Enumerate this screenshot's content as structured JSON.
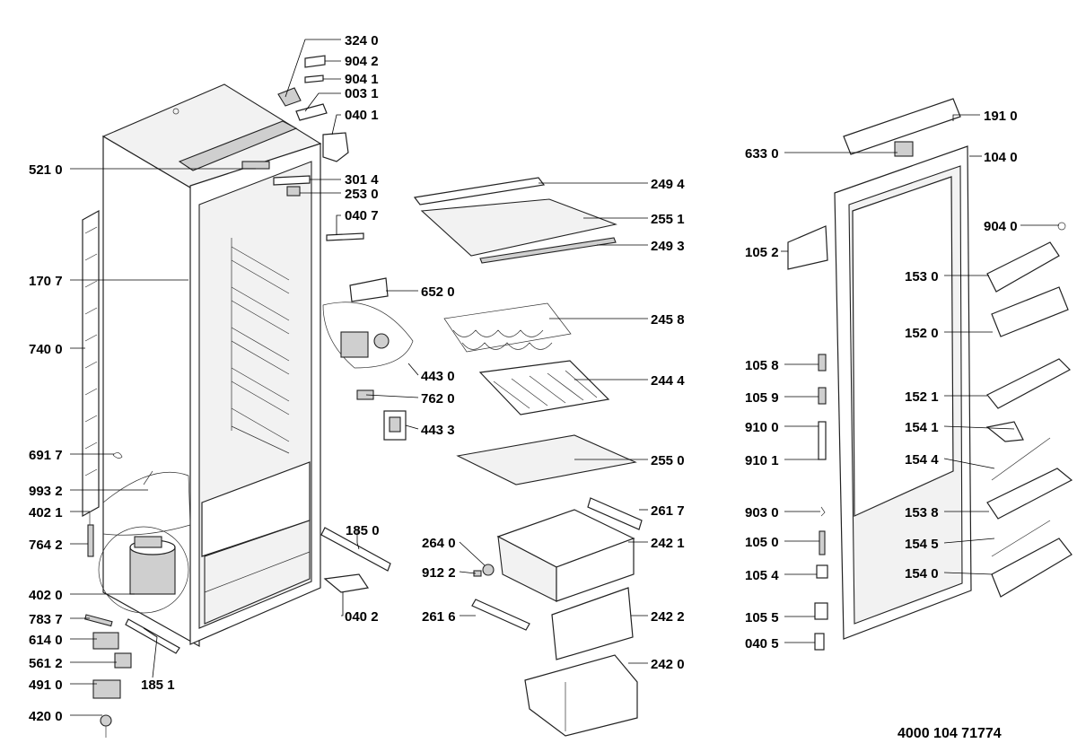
{
  "labels": {
    "l3240": "324 0",
    "l9042": "904 2",
    "l9041": "904 1",
    "l0031": "003 1",
    "l0401": "040 1",
    "l3014": "301 4",
    "l2530": "253 0",
    "l0407": "040 7",
    "l5210": "521 0",
    "l1707": "170 7",
    "l7400": "740 0",
    "l6917": "691 7",
    "l9932": "993 2",
    "l4021": "402 1",
    "l7642": "764 2",
    "l4020": "402 0",
    "l7837": "783 7",
    "l6140": "614 0",
    "l5612": "561 2",
    "l4910": "491 0",
    "l4200": "420 0",
    "l1851": "185 1",
    "l1850": "185 0",
    "l0402": "040 2",
    "l6520": "652 0",
    "l4430": "443 0",
    "l7620": "762 0",
    "l4433": "443 3",
    "l2494": "249 4",
    "l2551": "255 1",
    "l2493": "249 3",
    "l2458": "245 8",
    "l2444": "244 4",
    "l2550": "255 0",
    "l2617": "261 7",
    "l2421": "242 1",
    "l2640": "264 0",
    "l9122": "912 2",
    "l2616": "261 6",
    "l2422": "242 2",
    "l2420": "242 0",
    "l1910": "191 0",
    "l6330": "633 0",
    "l1040": "104 0",
    "l9040": "904 0",
    "l1052": "105 2",
    "l1530": "153 0",
    "l1520": "152 0",
    "l1058": "105 8",
    "l1521": "152 1",
    "l1059": "105 9",
    "l9100": "910 0",
    "l1541": "154 1",
    "l9101": "910 1",
    "l1544": "154 4",
    "l9030": "903 0",
    "l1538": "153 8",
    "l1050": "105 0",
    "l1545": "154 5",
    "l1054": "105 4",
    "l1540": "154 0",
    "l1055": "105 5",
    "l0405": "040 5"
  },
  "document_number": "4000 104 71774"
}
